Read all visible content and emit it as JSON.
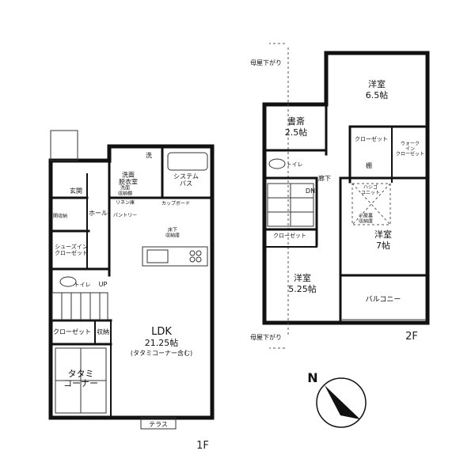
{
  "floor1": {
    "label": "1F",
    "rooms": {
      "genkan": "玄関",
      "genkan_storage": "玄関収納",
      "hall": "ホール",
      "shoes_closet": "シューズイン\nクローゼット",
      "toilet": "トイレ",
      "up": "UP",
      "closet": "クローゼット",
      "storage": "収納",
      "tatami": "タタミ\nコーナー",
      "washroom": "洗面\n脱衣室",
      "laundry": "洗",
      "wash_storage": "洗面\n収納棚",
      "bath": "システム\nバス",
      "linen": "リネン庫",
      "pantry": "パントリー",
      "cupboard": "カップボード",
      "floor_storage": "床下\n収納庫",
      "ldk_name": "LDK",
      "ldk_size": "21.25帖",
      "ldk_note": "(タタミコーナー含む)",
      "terrace": "テラス"
    }
  },
  "floor2": {
    "label": "2F",
    "eaves_top": "母屋下がり",
    "eaves_bottom": "母屋下がり",
    "rooms": {
      "western_a_name": "洋室",
      "western_a_size": "6.5帖",
      "study_name": "書斎",
      "study_size": "2.5帖",
      "closet_a": "クローゼット",
      "walkin": "ウォーク\nイン\nクローゼット",
      "shelf": "棚",
      "toilet": "トイレ",
      "corridor": "廊下",
      "dn": "DN",
      "attic_unit": "ハシゴ\nユニット",
      "attic_storage": "小屋裏\n収納庫",
      "western_b_name": "洋室",
      "western_b_size": "7帖",
      "closet_b": "クローゼット",
      "western_c_name": "洋室",
      "western_c_size": "5.25帖",
      "balcony": "バルコニー"
    }
  },
  "compass": {
    "label": "N"
  }
}
